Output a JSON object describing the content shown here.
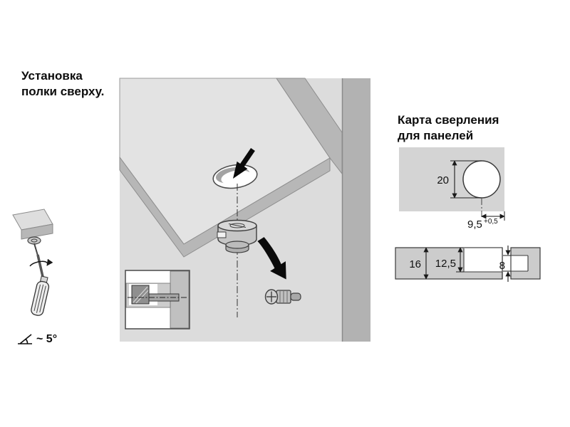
{
  "captions": {
    "install_line1": "Установка",
    "install_line2": "полки сверху.",
    "drilling_line1": "Карта сверления",
    "drilling_line2": "для панелей"
  },
  "labels": {
    "angle": "~ 5°",
    "hole_diameter": "20",
    "edge_distance": "9,5",
    "edge_tolerance": "+0,5",
    "panel_thickness": "16",
    "hole_depth": "12,5",
    "bolt_hole_diameter": "8"
  },
  "icons": {
    "insert_arrow": "black-arrow-into-hole",
    "move_arrow": "black-arrow-down-right",
    "rotation_arrow": "elliptical-arc-arrow",
    "screwdriver": "screwdriver-striped-handle",
    "angle_symbol": "angle-glyph"
  },
  "colors": {
    "backdrop": "#dcdcdc",
    "wall": "#b2b2b2",
    "face": "#e3e3e3",
    "band": "#b7b7b7",
    "panel": "#d4d4d4",
    "bar": "#cccccc",
    "ink": "#1a1a1a"
  }
}
